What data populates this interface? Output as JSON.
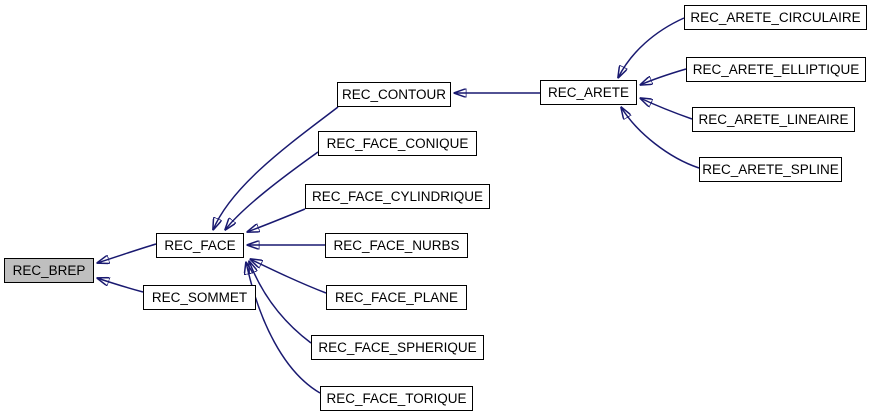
{
  "graph": {
    "type": "dependency-graph",
    "background_color": "#ffffff",
    "edge_color": "#191970",
    "node_border_color": "#000000",
    "node_fill_color": "#ffffff",
    "highlighted_node_fill_color": "#bfbfbf",
    "nodes": [
      {
        "id": "REC_BREP",
        "label": "REC_BREP",
        "highlighted": true
      },
      {
        "id": "REC_SOMMET",
        "label": "REC_SOMMET",
        "highlighted": false
      },
      {
        "id": "REC_FACE",
        "label": "REC_FACE",
        "highlighted": false
      },
      {
        "id": "REC_CONTOUR",
        "label": "REC_CONTOUR",
        "highlighted": false
      },
      {
        "id": "REC_FACE_CONIQUE",
        "label": "REC_FACE_CONIQUE",
        "highlighted": false
      },
      {
        "id": "REC_FACE_CYLINDRIQUE",
        "label": "REC_FACE_CYLINDRIQUE",
        "highlighted": false
      },
      {
        "id": "REC_FACE_NURBS",
        "label": "REC_FACE_NURBS",
        "highlighted": false
      },
      {
        "id": "REC_FACE_PLANE",
        "label": "REC_FACE_PLANE",
        "highlighted": false
      },
      {
        "id": "REC_FACE_SPHERIQUE",
        "label": "REC_FACE_SPHERIQUE",
        "highlighted": false
      },
      {
        "id": "REC_FACE_TORIQUE",
        "label": "REC_FACE_TORIQUE",
        "highlighted": false
      },
      {
        "id": "REC_ARETE",
        "label": "REC_ARETE",
        "highlighted": false
      },
      {
        "id": "REC_ARETE_CIRCULAIRE",
        "label": "REC_ARETE_CIRCULAIRE",
        "highlighted": false
      },
      {
        "id": "REC_ARETE_ELLIPTIQUE",
        "label": "REC_ARETE_ELLIPTIQUE",
        "highlighted": false
      },
      {
        "id": "REC_ARETE_LINEAIRE",
        "label": "REC_ARETE_LINEAIRE",
        "highlighted": false
      },
      {
        "id": "REC_ARETE_SPLINE",
        "label": "REC_ARETE_SPLINE",
        "highlighted": false
      }
    ],
    "edges": [
      {
        "from": "REC_FACE",
        "to": "REC_BREP"
      },
      {
        "from": "REC_SOMMET",
        "to": "REC_BREP"
      },
      {
        "from": "REC_CONTOUR",
        "to": "REC_FACE"
      },
      {
        "from": "REC_FACE_CONIQUE",
        "to": "REC_FACE"
      },
      {
        "from": "REC_FACE_CYLINDRIQUE",
        "to": "REC_FACE"
      },
      {
        "from": "REC_FACE_NURBS",
        "to": "REC_FACE"
      },
      {
        "from": "REC_FACE_PLANE",
        "to": "REC_FACE"
      },
      {
        "from": "REC_FACE_SPHERIQUE",
        "to": "REC_FACE"
      },
      {
        "from": "REC_FACE_TORIQUE",
        "to": "REC_FACE"
      },
      {
        "from": "REC_ARETE",
        "to": "REC_CONTOUR"
      },
      {
        "from": "REC_ARETE_CIRCULAIRE",
        "to": "REC_ARETE"
      },
      {
        "from": "REC_ARETE_ELLIPTIQUE",
        "to": "REC_ARETE"
      },
      {
        "from": "REC_ARETE_LINEAIRE",
        "to": "REC_ARETE"
      },
      {
        "from": "REC_ARETE_SPLINE",
        "to": "REC_ARETE"
      }
    ]
  }
}
